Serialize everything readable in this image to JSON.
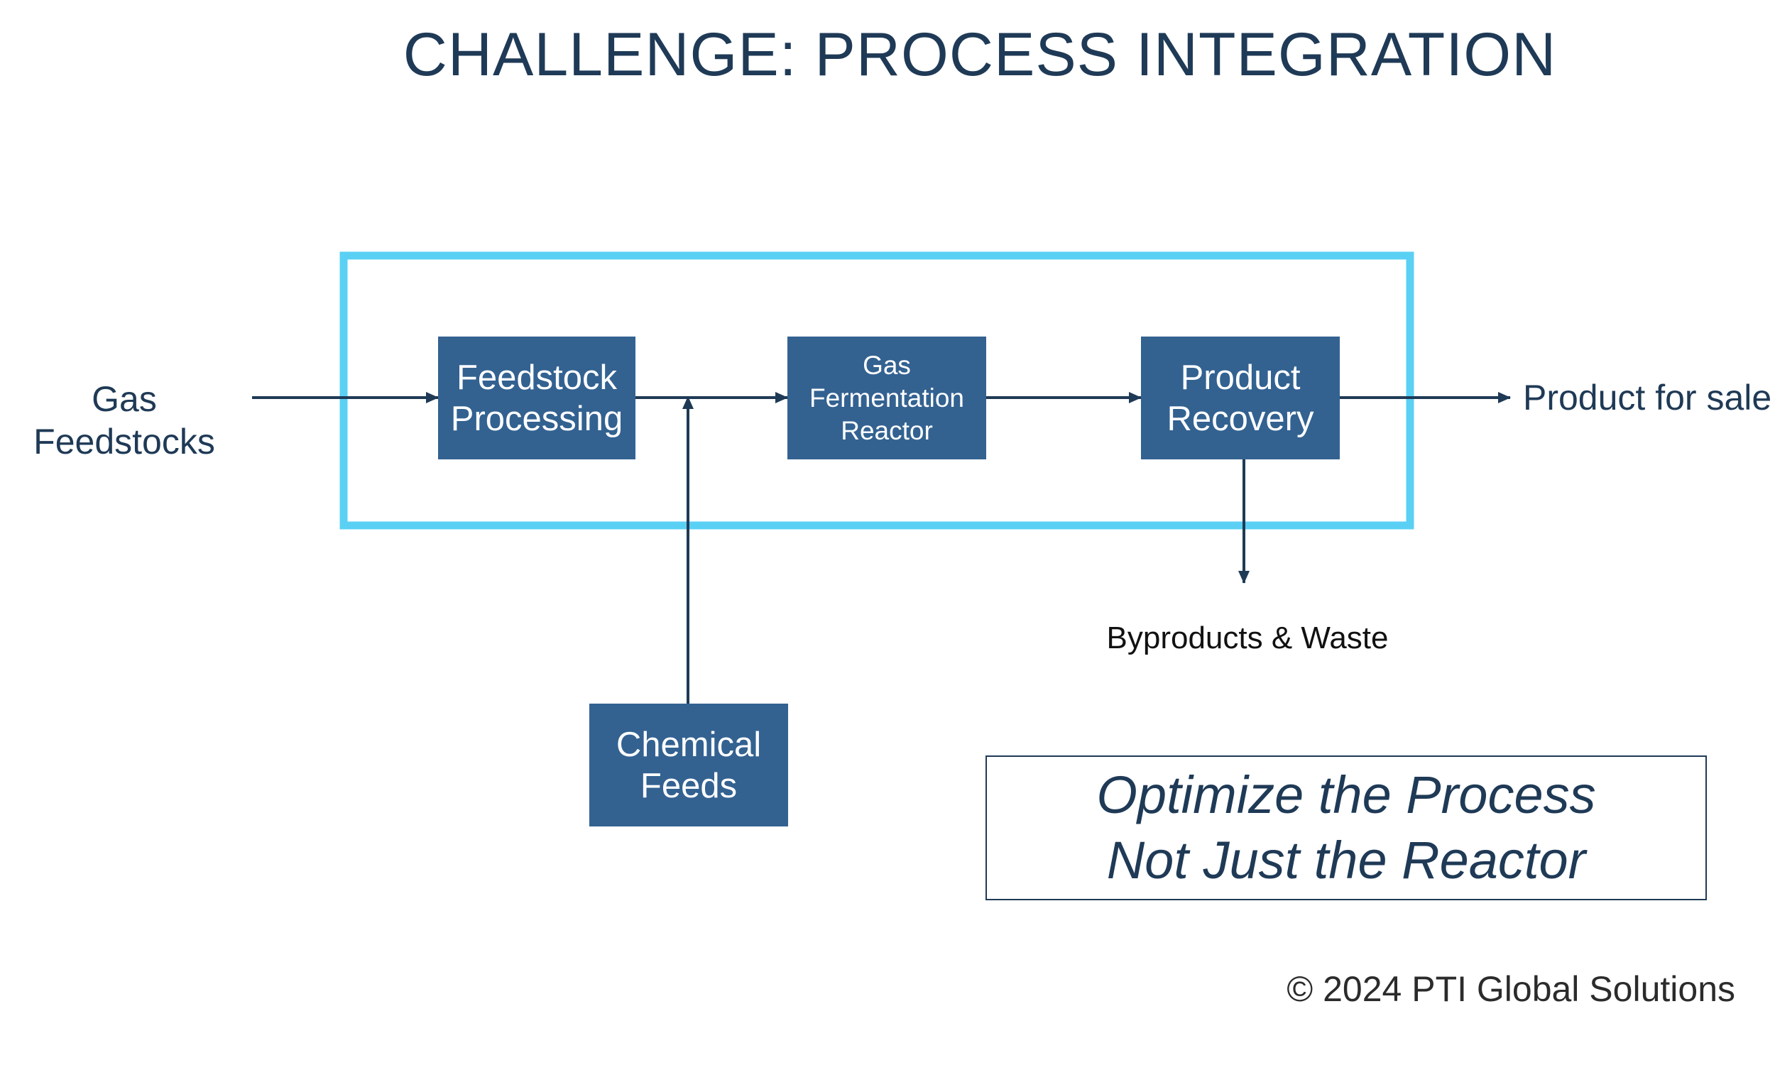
{
  "title": "CHALLENGE:  PROCESS INTEGRATION",
  "inputs": {
    "gas_feedstocks": [
      "Gas",
      "Feedstocks"
    ]
  },
  "process_blocks": {
    "feedstock_processing": [
      "Feedstock",
      "Processing"
    ],
    "gas_fermentation_reactor": [
      "Gas",
      "Fermentation",
      "Reactor"
    ],
    "product_recovery": [
      "Product",
      "Recovery"
    ],
    "chemical_feeds": [
      "Chemical",
      "Feeds"
    ]
  },
  "outputs": {
    "product_for_sale": "Product for sale",
    "byproducts_waste": "Byproducts & Waste"
  },
  "callout": [
    "Optimize the Process",
    "Not Just the Reactor"
  ],
  "copyright": "© 2024 PTI Global Solutions",
  "colors": {
    "block_fill": "#336291",
    "boundary_stroke": "#5bd0f5",
    "text_dark": "#1f3a56",
    "arrow": "#1f3a56"
  }
}
